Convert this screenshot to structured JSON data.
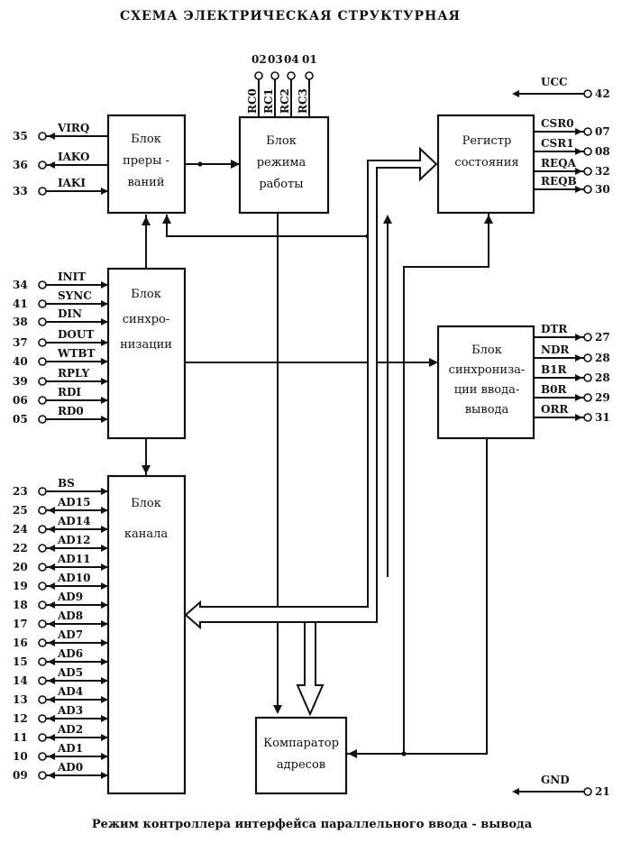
{
  "title": "СХЕМА ЭЛЕКТРИЧЕСКАЯ СТРУКТУРНАЯ",
  "caption": "Режим контроллера интерфейса параллельного ввода - вывода",
  "blocks": {
    "interrupt": [
      "Блок",
      "преры -",
      "ваний"
    ],
    "mode": [
      "Блок",
      "режима",
      "работы"
    ],
    "status": [
      "Регистр",
      "состояния"
    ],
    "sync": [
      "Блок",
      "синхро-",
      "низации"
    ],
    "io_sync": [
      "Блок",
      "синхрониза-",
      "ции ввода-",
      "вывода"
    ],
    "channel": [
      "Блок",
      "канала"
    ],
    "comparator": [
      "Компаратор",
      "адресов"
    ]
  },
  "interrupt_pins": [
    {
      "pin": "35",
      "signal": "VIRQ"
    },
    {
      "pin": "36",
      "signal": "IAKO"
    },
    {
      "pin": "33",
      "signal": "IAKI"
    }
  ],
  "mode_pins": [
    {
      "pin": "02",
      "signal": "RC0"
    },
    {
      "pin": "03",
      "signal": "RC1"
    },
    {
      "pin": "04",
      "signal": "RC2"
    },
    {
      "pin": "01",
      "signal": "RC3"
    }
  ],
  "power": [
    {
      "pin": "42",
      "signal": "UCC"
    },
    {
      "pin": "21",
      "signal": "GND"
    }
  ],
  "status_pins": [
    {
      "pin": "07",
      "signal": "CSR0"
    },
    {
      "pin": "08",
      "signal": "CSR1"
    },
    {
      "pin": "32",
      "signal": "REQA"
    },
    {
      "pin": "30",
      "signal": "REQB"
    }
  ],
  "sync_pins": [
    {
      "pin": "34",
      "signal": "INIT"
    },
    {
      "pin": "41",
      "signal": "SYNC"
    },
    {
      "pin": "38",
      "signal": "DIN"
    },
    {
      "pin": "37",
      "signal": "DOUT"
    },
    {
      "pin": "40",
      "signal": "WTBT"
    },
    {
      "pin": "39",
      "signal": "RPLY"
    },
    {
      "pin": "06",
      "signal": "RDI"
    },
    {
      "pin": "05",
      "signal": "RD0"
    }
  ],
  "io_pins": [
    {
      "pin": "27",
      "signal": "DTR"
    },
    {
      "pin": "28",
      "signal": "NDR"
    },
    {
      "pin": "28",
      "signal": "B1R"
    },
    {
      "pin": "29",
      "signal": "B0R"
    },
    {
      "pin": "31",
      "signal": "ORR"
    }
  ],
  "channel_pins": [
    {
      "pin": "23",
      "signal": "BS"
    },
    {
      "pin": "25",
      "signal": "AD15"
    },
    {
      "pin": "24",
      "signal": "AD14"
    },
    {
      "pin": "22",
      "signal": "AD12"
    },
    {
      "pin": "20",
      "signal": "AD11"
    },
    {
      "pin": "19",
      "signal": "AD10"
    },
    {
      "pin": "18",
      "signal": "AD9"
    },
    {
      "pin": "17",
      "signal": "AD8"
    },
    {
      "pin": "16",
      "signal": "AD7"
    },
    {
      "pin": "15",
      "signal": "AD6"
    },
    {
      "pin": "14",
      "signal": "AD5"
    },
    {
      "pin": "13",
      "signal": "AD4"
    },
    {
      "pin": "12",
      "signal": "AD3"
    },
    {
      "pin": "11",
      "signal": "AD2"
    },
    {
      "pin": "10",
      "signal": "AD1"
    },
    {
      "pin": "09",
      "signal": "AD0"
    }
  ]
}
